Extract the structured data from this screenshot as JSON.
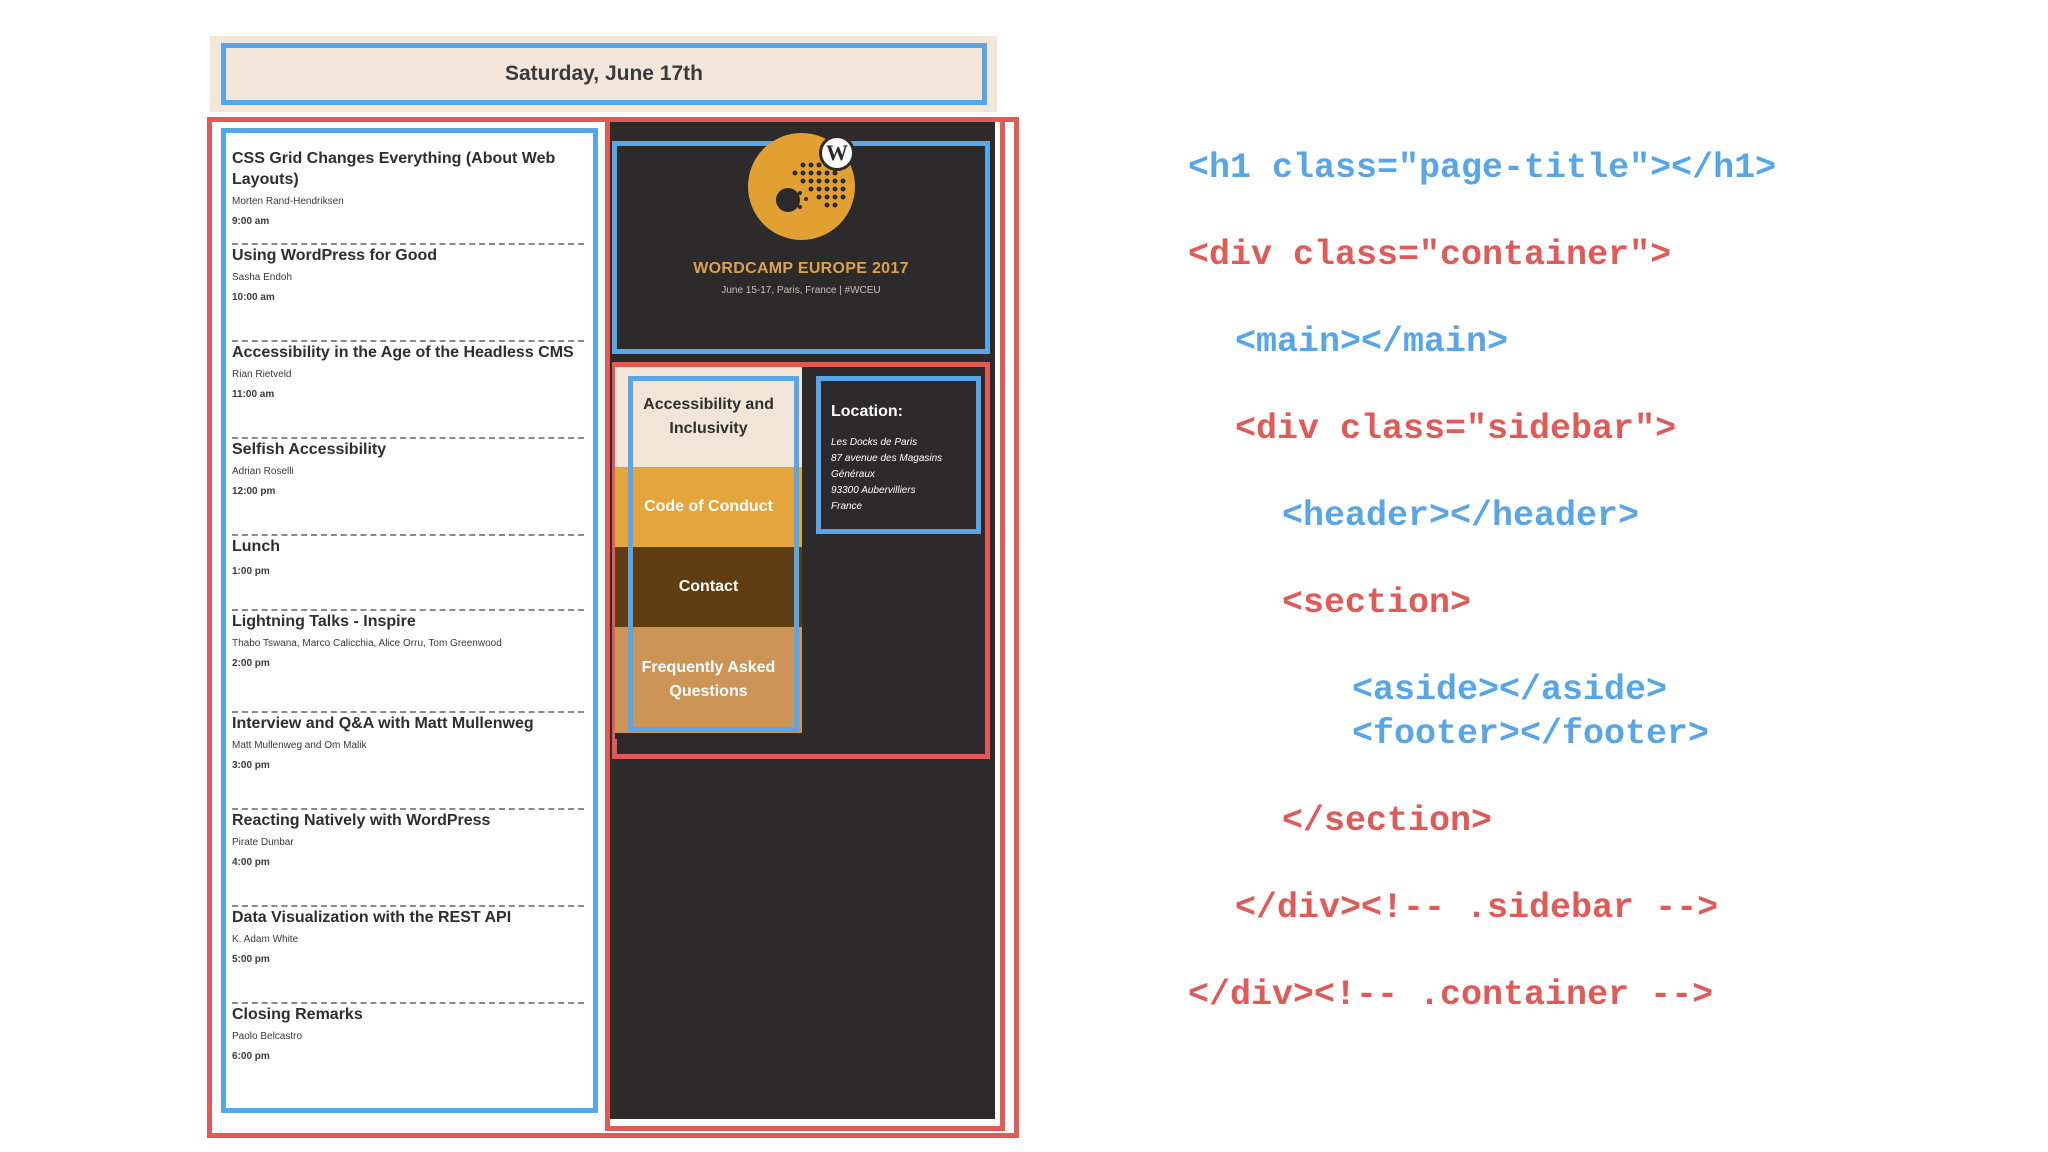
{
  "page_title": "Saturday, June 17th",
  "schedule": [
    {
      "title": "CSS Grid Changes Everything (About Web Layouts)",
      "speaker": "Morten Rand-Hendriksen",
      "time": "9:00 am"
    },
    {
      "title": "Using WordPress for Good",
      "speaker": "Sasha Endoh",
      "time": "10:00 am"
    },
    {
      "title": "Accessibility in the Age of the Headless CMS",
      "speaker": "Rian Rietveld",
      "time": "11:00 am"
    },
    {
      "title": "Selfish Accessibility",
      "speaker": "Adrian Roselli",
      "time": "12:00 pm"
    },
    {
      "title": "Lunch",
      "speaker": "",
      "time": "1:00 pm"
    },
    {
      "title": "Lightning Talks - Inspire",
      "speaker": "Thabo Tswana, Marco Calicchia, Alice Orru, Tom Greenwood",
      "time": "2:00 pm"
    },
    {
      "title": "Interview and Q&A with Matt Mullenweg",
      "speaker": "Matt Mullenweg and Om Malik",
      "time": "3:00 pm"
    },
    {
      "title": "Reacting Natively with WordPress",
      "speaker": "Pirate Dunbar",
      "time": "4:00 pm"
    },
    {
      "title": "Data Visualization with the REST API",
      "speaker": "K. Adam White",
      "time": "5:00 pm"
    },
    {
      "title": "Closing Remarks",
      "speaker": "Paolo Belcastro",
      "time": "6:00 pm"
    }
  ],
  "event": {
    "title": "WORDCAMP EUROPE 2017",
    "subtitle": "June 15-17, Paris, France | #WCEU"
  },
  "nav": [
    {
      "label": "Accessibility and Inclusivity",
      "bg": "#f1e5d7",
      "fg": "#2e2e2e"
    },
    {
      "label": "Code of Conduct",
      "bg": "#e3a53c",
      "fg": "#ffffff"
    },
    {
      "label": "Contact",
      "bg": "#5e3d12",
      "fg": "#ffffff"
    },
    {
      "label": "Frequently Asked Questions",
      "bg": "#cc9457",
      "fg": "#ffffff"
    }
  ],
  "location": {
    "title": "Location:",
    "lines": [
      "Les Docks de Paris",
      "87 avenue des Magasins",
      "Généraux",
      "93300 Aubervilliers",
      "France"
    ]
  },
  "code_lines": [
    "<h1 class=\"page-title\"></h1>",
    "<div class=\"container\">",
    "<main></main>",
    "<div class=\"sidebar\">",
    "<header></header>",
    "<section>",
    "<aside></aside>",
    "<footer></footer>",
    "</section>",
    "</div><!-- .sidebar -->",
    "</div><!-- .container -->"
  ],
  "colors": {
    "outline_blue": "#58a6e8",
    "outline_red": "#e05a58",
    "dark": "#2c2a2b",
    "header_bg": "#f2e7da",
    "logo": "#e2a032"
  }
}
